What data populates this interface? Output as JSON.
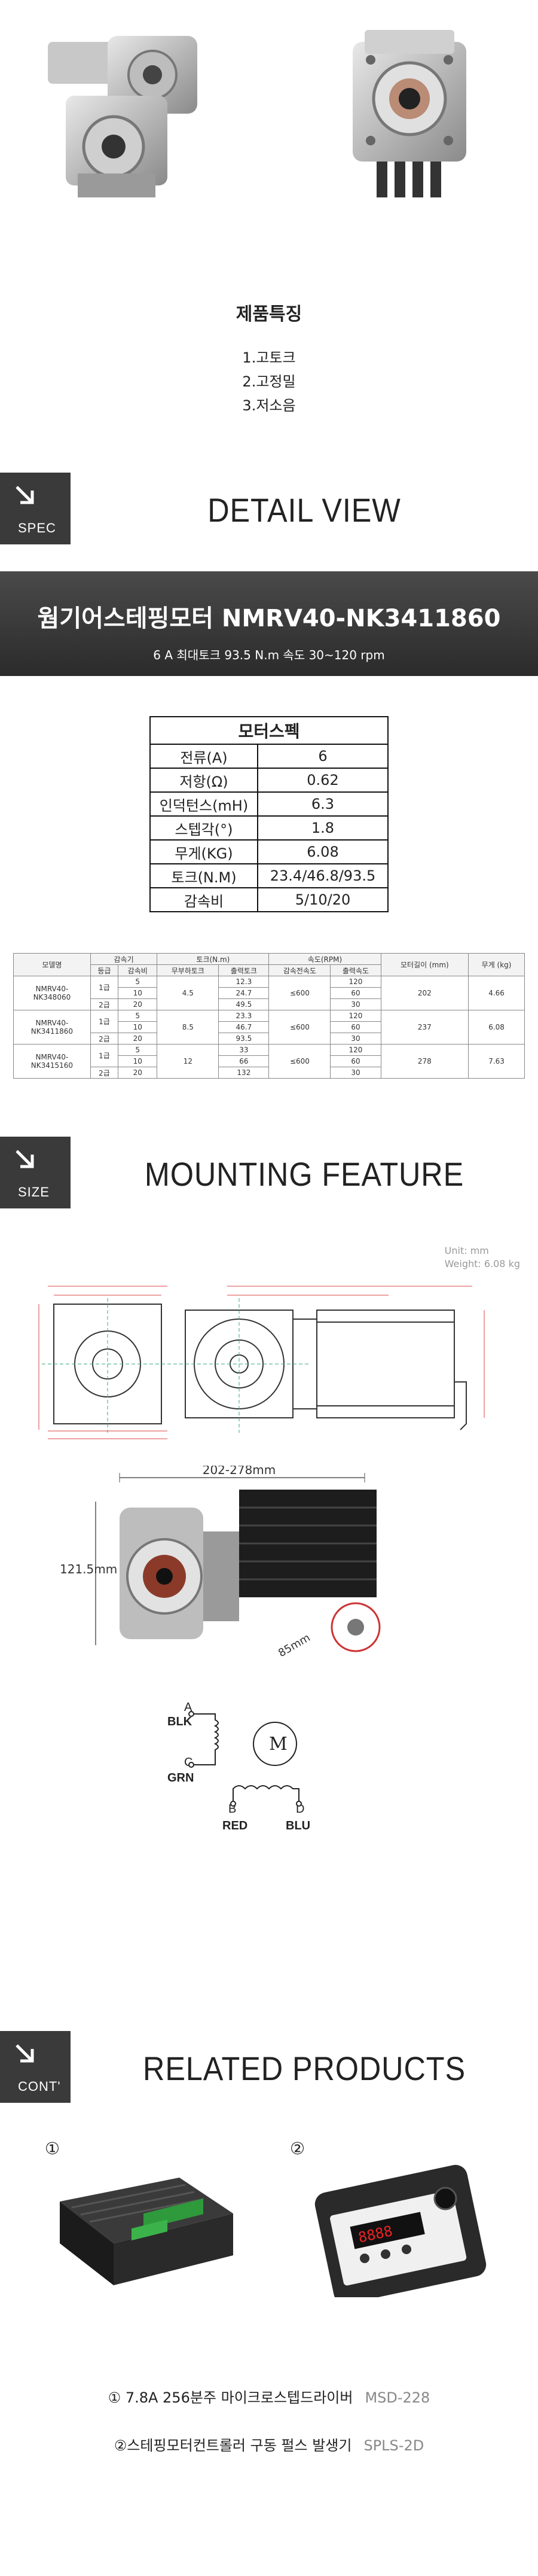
{
  "features": {
    "title": "제품특징",
    "items": [
      "1.고토크",
      "2.고정밀",
      "3.저소음"
    ]
  },
  "sections": {
    "spec": {
      "tag": "SPEC",
      "title": "DETAIL VIEW"
    },
    "size": {
      "tag": "SIZE",
      "title": "MOUNTING FEATURE"
    },
    "cont": {
      "tag": "CONT'",
      "title": "RELATED PRODUCTS"
    }
  },
  "banner": {
    "title": "웜기어스테핑모터 NMRV40-NK3411860",
    "subtitle": "6 A   최대토크 93.5 N.m  속도 30~120 rpm"
  },
  "spec_table": {
    "title": "모터스펙",
    "rows": [
      {
        "key": "전류(A)",
        "value": "6"
      },
      {
        "key": "저항(Ω)",
        "value": "0.62"
      },
      {
        "key": "인덕턴스(mH)",
        "value": "6.3"
      },
      {
        "key": "스텝각(°)",
        "value": "1.8"
      },
      {
        "key": "무게(KG)",
        "value": "6.08"
      },
      {
        "key": "토크(N.M)",
        "value": "23.4/46.8/93.5"
      },
      {
        "key": "감속비",
        "value": "5/10/20"
      }
    ]
  },
  "detail_table": {
    "h": {
      "model": "모델명",
      "reducer": "감속기",
      "torque": "토크(N.m)",
      "speed": "속도(RPM)",
      "length": "모터길이 (mm)",
      "weight": "무게 (kg)",
      "grade": "등급",
      "ratio": "감속비",
      "nonred": "무부하토크",
      "out": "출력토크",
      "before": "감속전속도",
      "after": "출력속도"
    },
    "models": [
      {
        "name1": "NMRV40-",
        "name2": "NK348060",
        "nonred": "4.5",
        "speed": "≤600",
        "length": "202",
        "weight": "4.66",
        "rows": [
          {
            "grade": "1급",
            "ratio": "5",
            "out": "12.3",
            "after": "120"
          },
          {
            "grade": "",
            "ratio": "10",
            "out": "24.7",
            "after": "60"
          },
          {
            "grade": "2급",
            "ratio": "20",
            "out": "49.5",
            "after": "30"
          }
        ]
      },
      {
        "name1": "NMRV40-",
        "name2": "NK3411860",
        "nonred": "8.5",
        "speed": "≤600",
        "length": "237",
        "weight": "6.08",
        "rows": [
          {
            "grade": "1급",
            "ratio": "5",
            "out": "23.3",
            "after": "120"
          },
          {
            "grade": "",
            "ratio": "10",
            "out": "46.7",
            "after": "60"
          },
          {
            "grade": "2급",
            "ratio": "20",
            "out": "93.5",
            "after": "30"
          }
        ]
      },
      {
        "name1": "NMRV40-",
        "name2": "NK3415160",
        "nonred": "12",
        "speed": "≤600",
        "length": "278",
        "weight": "7.63",
        "rows": [
          {
            "grade": "1급",
            "ratio": "5",
            "out": "33",
            "after": "120"
          },
          {
            "grade": "",
            "ratio": "10",
            "out": "66",
            "after": "60"
          },
          {
            "grade": "2급",
            "ratio": "20",
            "out": "132",
            "after": "30"
          }
        ]
      }
    ]
  },
  "units": {
    "line1": "Unit: mm",
    "line2": "Weight: 6.08 kg"
  },
  "drawing_labels": {
    "length": "202-278mm",
    "height": "121.5mm",
    "width": "85mm",
    "m": "M",
    "a": "A",
    "blk": "BLK",
    "c": "C",
    "grn": "GRN",
    "b": "B",
    "red": "RED",
    "d": "D",
    "blu": "BLU"
  },
  "products": {
    "num1": "①",
    "num2": "②",
    "p1_name": "① 7.8A 256분주 마이크로스텝드라이버",
    "p1_model": "MSD-228",
    "p2_name": "②스테핑모터컨트롤러 구동 펄스 발생기",
    "p2_model": "SPLS-2D"
  },
  "colors": {
    "banner_dark": "#2b2b2b",
    "tag_bg": "#3a3a3a",
    "drawing_red": "#d44"
  }
}
